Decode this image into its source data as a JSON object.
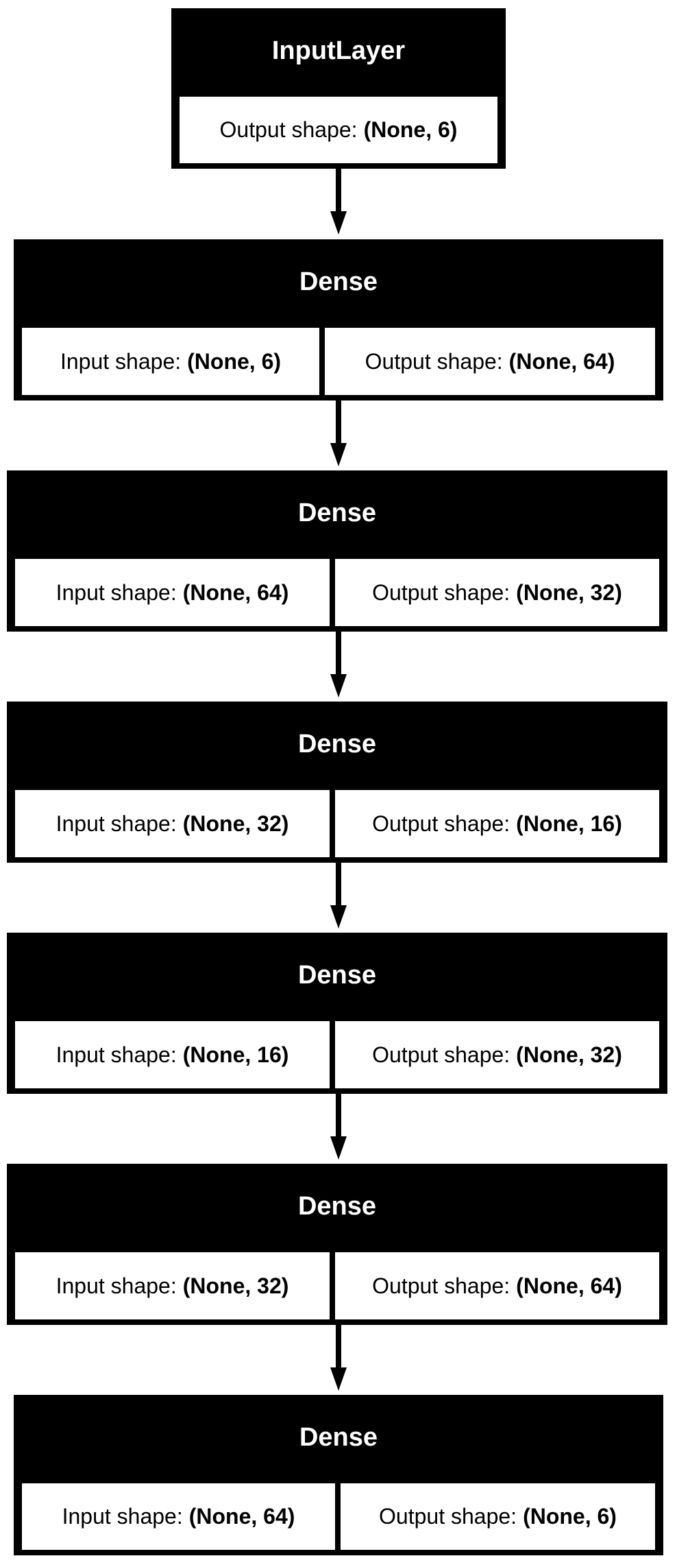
{
  "diagram": {
    "input_layer": {
      "title": "InputLayer",
      "output_label": "Output shape:",
      "output_value": "(None, 6)"
    },
    "dense_layers": [
      {
        "title": "Dense",
        "input_label": "Input shape:",
        "input_value": "(None, 6)",
        "output_label": "Output shape:",
        "output_value": "(None, 64)"
      },
      {
        "title": "Dense",
        "input_label": "Input shape:",
        "input_value": "(None, 64)",
        "output_label": "Output shape:",
        "output_value": "(None, 32)"
      },
      {
        "title": "Dense",
        "input_label": "Input shape:",
        "input_value": "(None, 32)",
        "output_label": "Output shape:",
        "output_value": "(None, 16)"
      },
      {
        "title": "Dense",
        "input_label": "Input shape:",
        "input_value": "(None, 16)",
        "output_label": "Output shape:",
        "output_value": "(None, 32)"
      },
      {
        "title": "Dense",
        "input_label": "Input shape:",
        "input_value": "(None, 32)",
        "output_label": "Output shape:",
        "output_value": "(None, 64)"
      },
      {
        "title": "Dense",
        "input_label": "Input shape:",
        "input_value": "(None, 64)",
        "output_label": "Output shape:",
        "output_value": "(None, 6)"
      }
    ]
  }
}
